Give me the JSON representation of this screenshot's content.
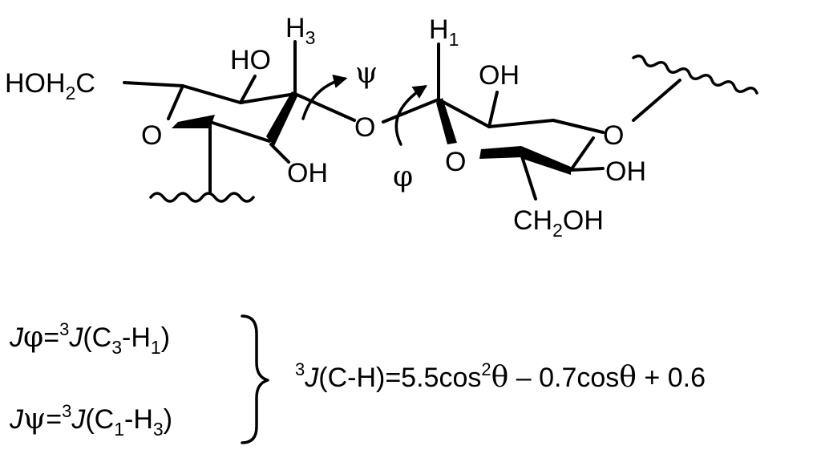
{
  "structure": {
    "left_ring": {
      "hoh2c": {
        "pre": "HOH",
        "sub": "2",
        "post": "C"
      },
      "ho_top": "HO",
      "h3": {
        "pre": "H",
        "sub": "3"
      },
      "ring_o": "O",
      "oh_bottom": "OH"
    },
    "glycosidic_o": "O",
    "right_ring": {
      "h1": {
        "pre": "H",
        "sub": "1"
      },
      "oh_top": "OH",
      "ring_o": "O",
      "o_right": "O",
      "oh_right": "OH",
      "ch2oh": {
        "pre": "CH",
        "sub": "2",
        "post": "OH"
      }
    },
    "torsions": {
      "psi": "ψ",
      "phi": "φ"
    }
  },
  "equations": {
    "j_phi": {
      "j": "J",
      "greek": "φ",
      "eq": "=",
      "sup": "3",
      "j2": "J",
      "open": "(C",
      "sub1": "3",
      "mid": "-H",
      "sub2": "1",
      "close": ")"
    },
    "j_psi": {
      "j": "J",
      "greek": "ψ",
      "eq": "=",
      "sup": "3",
      "j2": "J",
      "open": "(C",
      "sub1": "1",
      "mid": "-H",
      "sub2": "3",
      "close": ")"
    },
    "karplus": {
      "sup": "3",
      "j": "J",
      "body": "(C-H)=5.5cos",
      "sup2": "2",
      "theta1": "θ",
      "mid": " – 0.7cos",
      "theta2": "θ",
      "end": " + 0.6"
    }
  }
}
